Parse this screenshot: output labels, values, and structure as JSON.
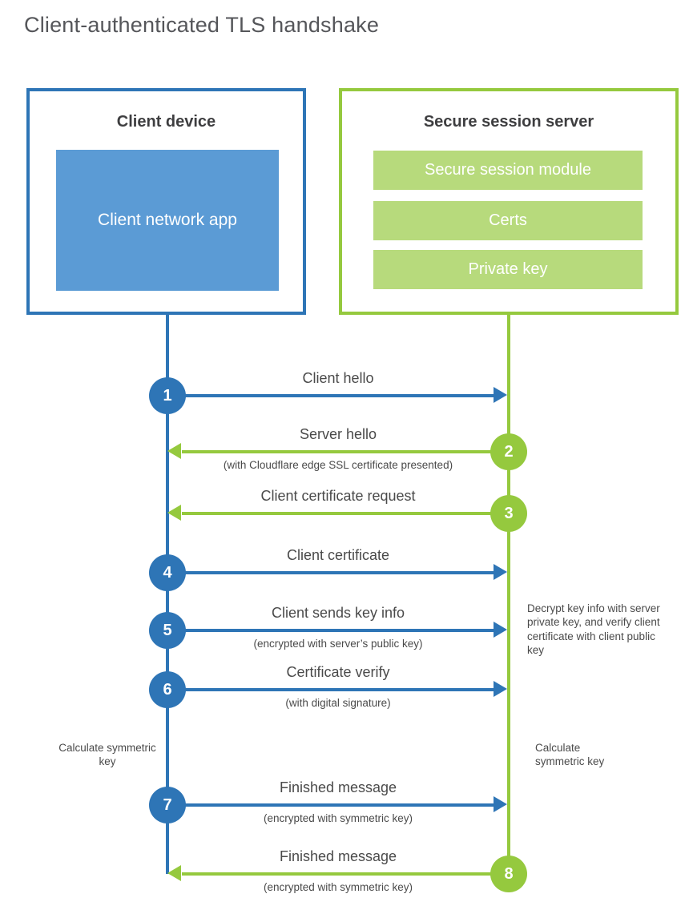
{
  "title": "Client-authenticated TLS handshake",
  "colors": {
    "client_blue": "#2e75b6",
    "client_app_blue": "#5b9bd5",
    "server_green": "#95c93e",
    "server_module_green": "#b7da7c",
    "heading_text": "#3e3e40",
    "label_text": "#4a4a4a",
    "title_text": "#55565a"
  },
  "client": {
    "title": "Client device",
    "app_label": "Client network app"
  },
  "server": {
    "title": "Secure session server",
    "modules": [
      "Secure session module",
      "Certs",
      "Private key"
    ]
  },
  "messages": [
    {
      "num": "1",
      "label": "Client hello",
      "sublabel": "",
      "direction": "client-to-server"
    },
    {
      "num": "2",
      "label": "Server hello",
      "sublabel": "(with Cloudflare edge SSL certificate presented)",
      "direction": "server-to-client"
    },
    {
      "num": "3",
      "label": "Client certificate request",
      "sublabel": "",
      "direction": "server-to-client"
    },
    {
      "num": "4",
      "label": "Client certificate",
      "sublabel": "",
      "direction": "client-to-server"
    },
    {
      "num": "5",
      "label": "Client sends key info",
      "sublabel": "(encrypted with server’s public key)",
      "direction": "client-to-server"
    },
    {
      "num": "6",
      "label": "Certificate verify",
      "sublabel": "(with digital signature)",
      "direction": "client-to-server"
    },
    {
      "num": "7",
      "label": "Finished message",
      "sublabel": "(encrypted with symmetric key)",
      "direction": "client-to-server"
    },
    {
      "num": "8",
      "label": "Finished message",
      "sublabel": "(encrypted with symmetric key)",
      "direction": "server-to-client"
    }
  ],
  "annotations": {
    "decrypt_note": "Decrypt key info with server private key, and verify client certificate with client public key",
    "calc_left": "Calculate symmetric key",
    "calc_right": "Calculate symmetric key"
  }
}
